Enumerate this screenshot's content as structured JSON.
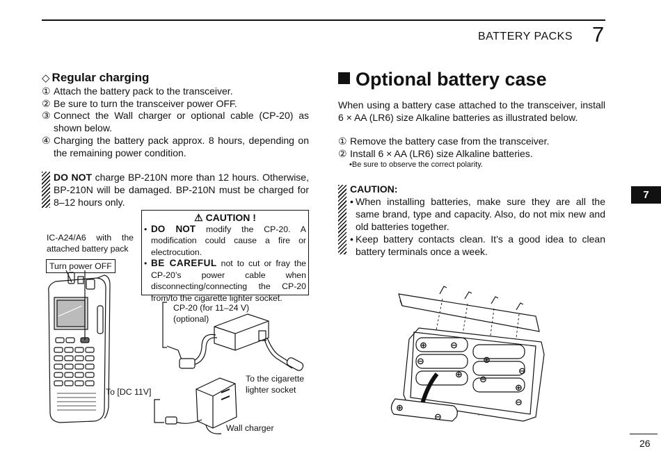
{
  "header": {
    "title": "BATTERY PACKS",
    "chapter": "7"
  },
  "left": {
    "section_title": "Regular charging",
    "section_marker": "◇",
    "steps": [
      {
        "num": "①",
        "text": "Attach the battery pack to the transceiver."
      },
      {
        "num": "②",
        "text": "Be sure to turn the transceiver power OFF."
      },
      {
        "num": "③",
        "text": "Connect the Wall charger or optional cable (CP-20) as shown below."
      },
      {
        "num": "④",
        "text": "Charging the battery pack approx. 8 hours, depending on the remaining power condition."
      }
    ],
    "warning": {
      "bold": "DO NOT",
      "text": " charge BP-210N more than 12 hours. Otherwise, BP-210N will be damaged. BP-210N must be charged for 8–12 hours only."
    },
    "caution_box": {
      "title": "CAUTION !",
      "icon": "warning-triangle-icon",
      "items": [
        {
          "bold": "DO NOT",
          "text": " modify the CP-20. A modification could cause a fire or electrocution."
        },
        {
          "bold": "BE CAREFUL",
          "text": " not to cut or fray the CP-20’s power cable when disconnecting/connecting the CP-20 from/to the cigarette lighter socket."
        }
      ]
    },
    "figure_labels": {
      "radio": "IC-A24/A6 with the attached battery pack",
      "power_off": "Turn power OFF",
      "cp20": "CP-20 (for 11–24 V) (optional)",
      "dc": "To [DC 11V]",
      "cigarette": "To the cigarette lighter socket",
      "wall_charger": "Wall charger"
    }
  },
  "right": {
    "title": "Optional battery case",
    "intro": "When using a battery case attached to the transceiver, install 6 × AA (LR6) size Alkaline batteries as illustrated below.",
    "steps": [
      {
        "num": "①",
        "text": "Remove the battery case from the transceiver."
      },
      {
        "num": "②",
        "text": "Install 6 × AA (LR6) size Alkaline batteries."
      }
    ],
    "note": "•Be sure to observe the correct polarity.",
    "caution": {
      "title": "CAUTION:",
      "items": [
        "When installing batteries, make sure they are all the same brand, type and capacity. Also, do not mix new and old batteries together.",
        "Keep battery contacts clean. It’s a good idea to clean battery terminals once a week."
      ]
    }
  },
  "side_tab": "7",
  "page_number": "26"
}
